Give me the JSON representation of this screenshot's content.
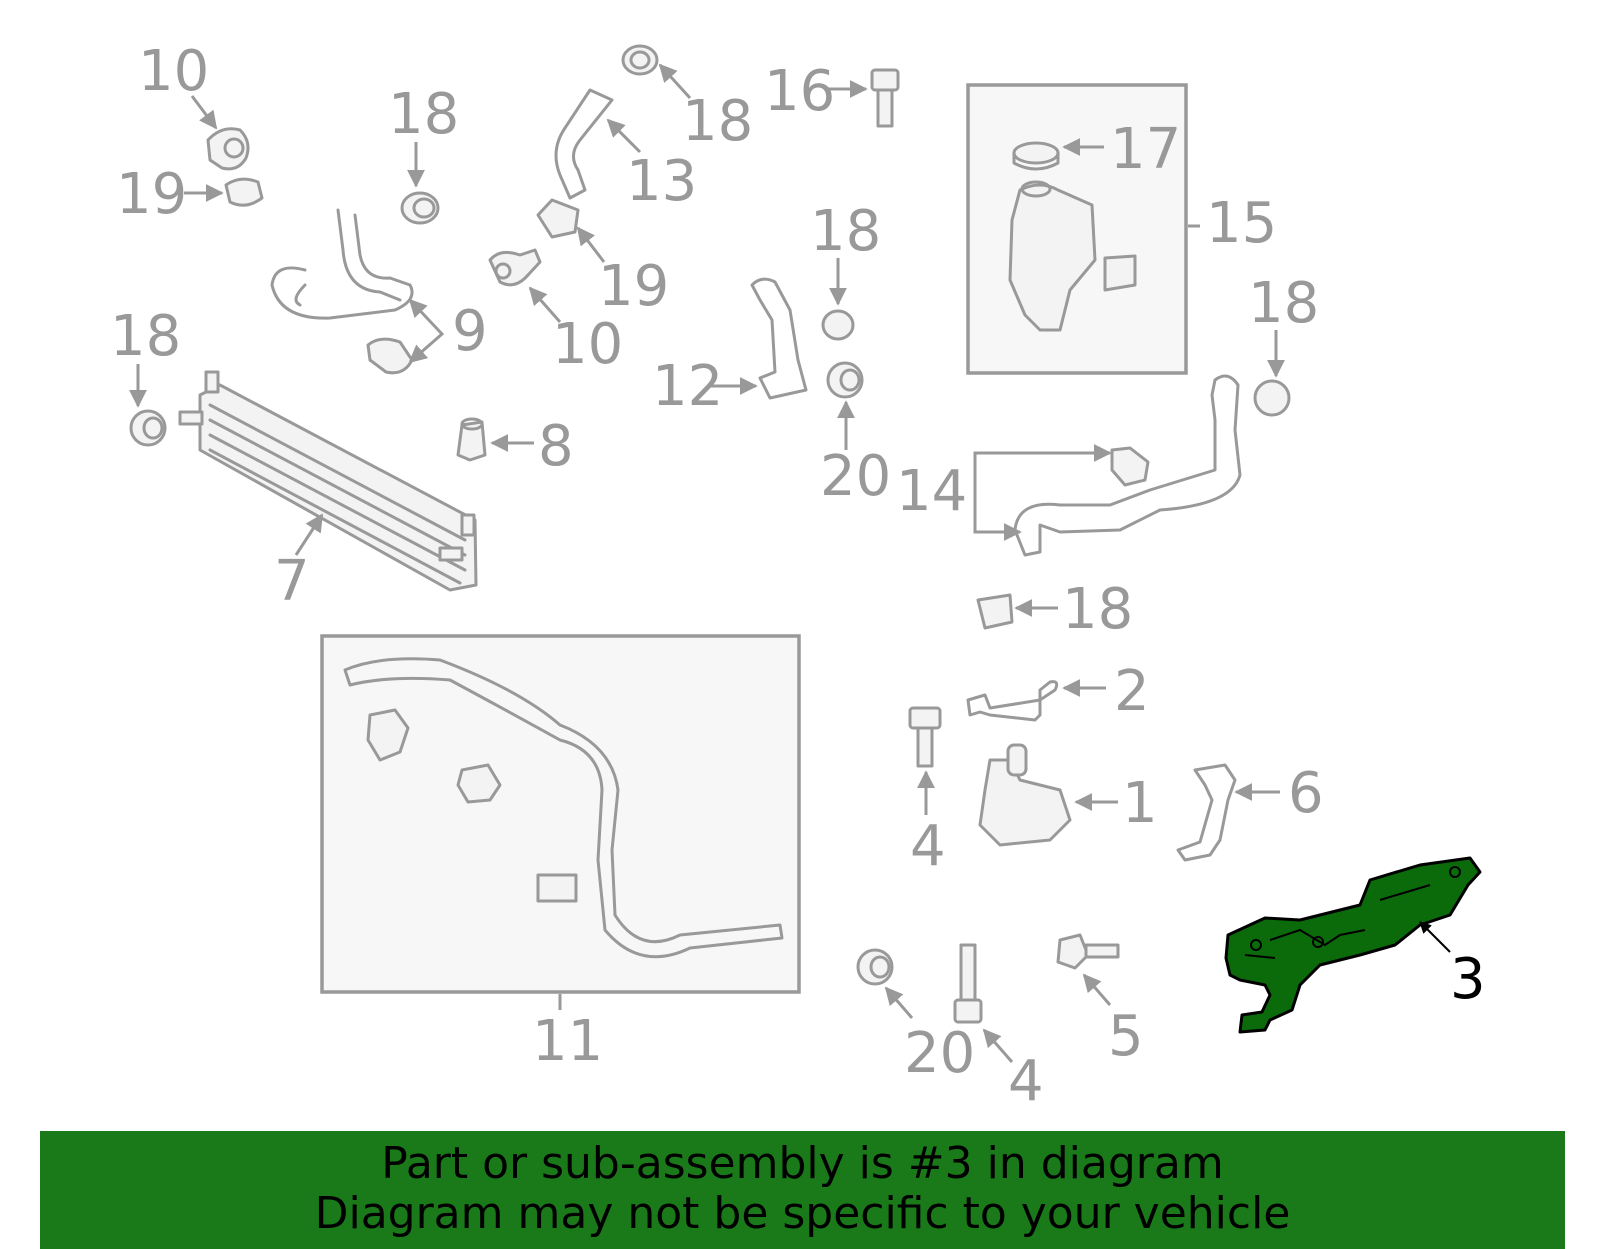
{
  "diagram": {
    "callouts": [
      "10",
      "19",
      "18",
      "9",
      "13",
      "18",
      "19",
      "10",
      "16",
      "17",
      "15",
      "18",
      "12",
      "20",
      "18",
      "7",
      "8",
      "14",
      "18",
      "2",
      "1",
      "4",
      "6",
      "3",
      "11",
      "20",
      "4",
      "5"
    ],
    "selected_part": "3",
    "colors": {
      "highlight": "#0b6b0b",
      "line": "#999999",
      "banner": "#1a7a1a"
    }
  },
  "banner": {
    "line1": "Part or sub-assembly is #3 in diagram",
    "line2": "Diagram may not be specific to your vehicle"
  }
}
